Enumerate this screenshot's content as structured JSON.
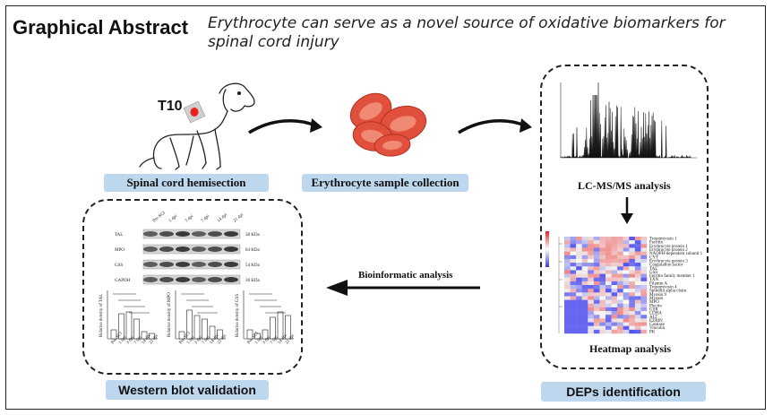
{
  "header": {
    "title": "Graphical Abstract",
    "subtitle": "Erythrocyte can serve as a novel source of oxidative biomarkers for spinal cord injury"
  },
  "steps": {
    "hemisection": "Spinal cord hemisection",
    "sample": "Erythrocyte sample collection",
    "lcms": "LC-MS/MS analysis",
    "heatmap": "Heatmap analysis",
    "deps": "DEPs identification",
    "bioinfo": "Bioinformatic analysis",
    "western": "Western  blot validation"
  },
  "dog_marker": "T10",
  "western_blot": {
    "lanes": [
      "Pre-SCI",
      "1 dpi",
      "3 dpi",
      "7 dpi",
      "14 dpi",
      "21 dpi"
    ],
    "rows": [
      {
        "name": "TAL",
        "size": "38 KDa"
      },
      {
        "name": "MPO",
        "size": "84 KDa"
      },
      {
        "name": "GSS",
        "size": "54 KDa"
      },
      {
        "name": "GAPDH",
        "size": "36 KDa"
      }
    ],
    "bar_ylabels": [
      "Relative density of TAL",
      "Relative density of MPO",
      "Relative density of GSS"
    ]
  },
  "heatmap_proteins": [
    "Tropomyosin 1",
    "Ferritin",
    "Erythrocyte protein 1",
    "Erythrocyte protein 2",
    "NADPH-dependent subunit 1",
    "CYT",
    "Erythrocyte protein 3",
    "Coagulation factor",
    "TAL",
    "GSS",
    "Ferritin family member 1",
    "TXN",
    "Filamin A",
    "Tropomyosin 4",
    "Spindlin alpha chain",
    "Myosin 9",
    "Myosin",
    "MPO",
    "Plectin",
    "GSR",
    "LDHA",
    "ALT",
    "EZRIN",
    "Catalase",
    "Vinculin",
    "PK"
  ],
  "colors": {
    "label_bg": "#bdd7ee",
    "rbc": "#e0503c",
    "marker": "#e8201e"
  }
}
